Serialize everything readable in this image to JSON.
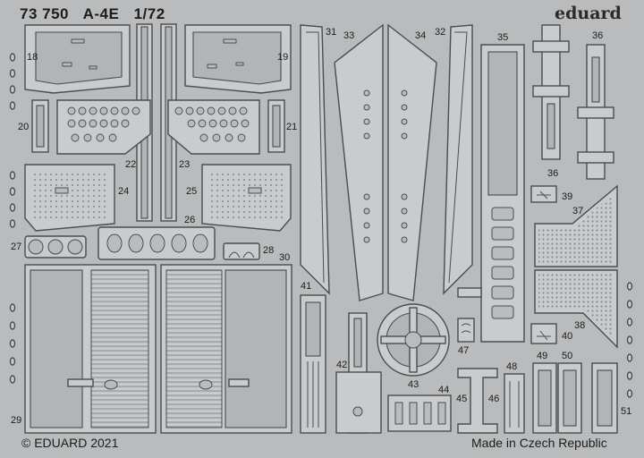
{
  "header": {
    "number": "73 750",
    "model": "A-4E",
    "scale": "1/72",
    "brand": "eduard"
  },
  "footer": {
    "copyright": "© EDUARD 2021",
    "origin": "Made in Czech Republic"
  },
  "part_numbers": [
    "18",
    "19",
    "20",
    "21",
    "22",
    "23",
    "24",
    "25",
    "26",
    "27",
    "28",
    "29",
    "30",
    "31",
    "32",
    "33",
    "34",
    "35",
    "36",
    "36",
    "37",
    "38",
    "39",
    "40",
    "41",
    "42",
    "43",
    "44",
    "45",
    "46",
    "47",
    "48",
    "49",
    "50",
    "51"
  ],
  "colors": {
    "fret": "#b9bbbd",
    "part_face": "#c9cbcd",
    "part_edge": "#4a4c4e",
    "text": "#1c1c1c"
  }
}
